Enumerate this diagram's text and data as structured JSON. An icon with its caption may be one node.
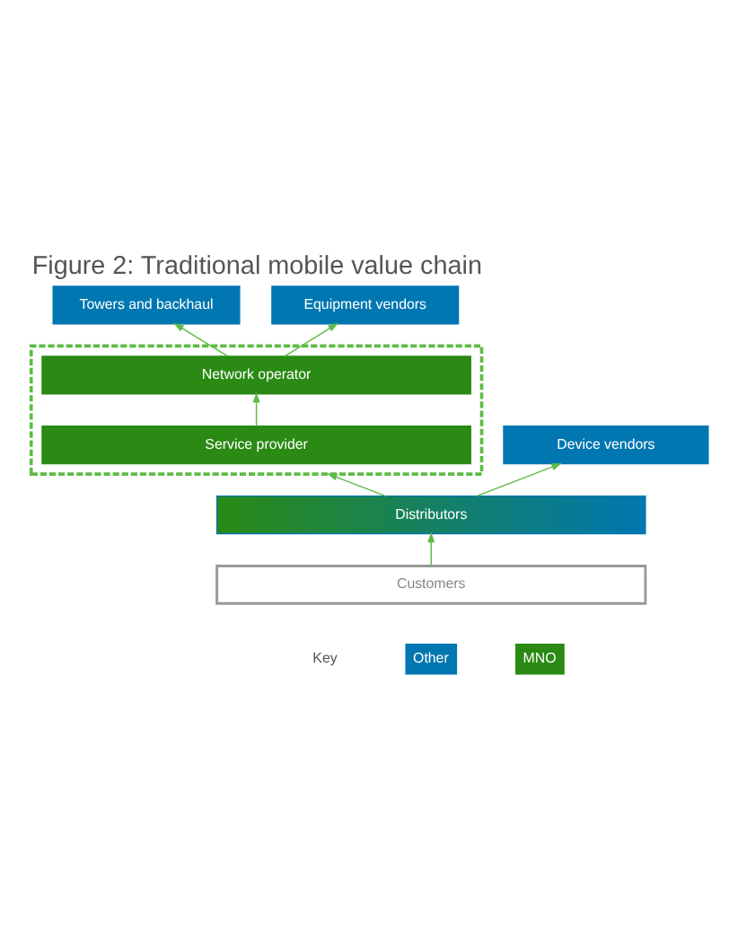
{
  "diagram": {
    "title": "Figure 2: Traditional mobile value chain",
    "nodes": [
      {
        "text": [
          "Towers and backhaul"
        ]
      },
      {
        "text": [
          "Equipment vendors"
        ]
      },
      {
        "text": [],
        "shape": "box"
      },
      {
        "text": [
          "Network operator"
        ],
        "in": 2
      },
      {
        "text": [
          "Service provider"
        ],
        "in": 2
      },
      {
        "text": [
          "Device vendors"
        ]
      },
      {
        "text": [
          "Distributors"
        ]
      },
      {
        "text": [
          "Customers"
        ]
      }
    ],
    "edges": [
      {
        "from": 3,
        "to": 0,
        "arrow": "to"
      },
      {
        "from": 3,
        "to": 1,
        "arrow": "to"
      },
      {
        "from": 4,
        "to": 3,
        "arrow": "to"
      },
      {
        "from": 6,
        "to": 2,
        "arrow": "to"
      },
      {
        "from": 6,
        "to": 5,
        "arrow": "to"
      },
      {
        "from": 7,
        "to": 6,
        "arrow": "to"
      }
    ],
    "labels": [
      "Key"
    ],
    "legend": [
      {
        "text": "Other",
        "color": "#0077b0"
      },
      {
        "text": "MNO",
        "color": "#2a8a14"
      }
    ]
  }
}
